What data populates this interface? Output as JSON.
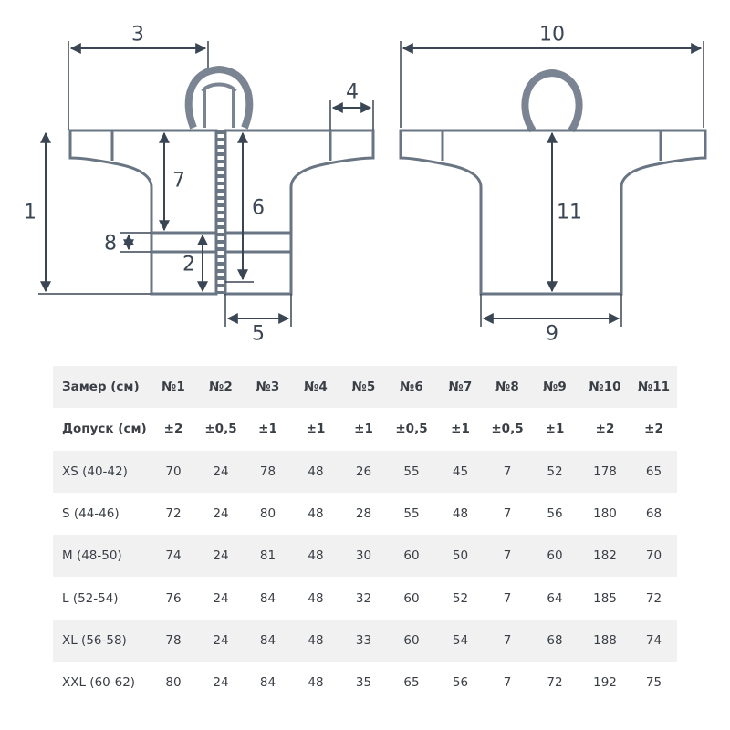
{
  "colors": {
    "garment": "#6a7584",
    "hood": "#7a8492",
    "arrow": "#3a4653",
    "label": "#3a4653",
    "row_shade": "#f1f1f2",
    "text": "#3a3f46"
  },
  "labels": {
    "m1": "1",
    "m2": "2",
    "m3": "3",
    "m4": "4",
    "m5": "5",
    "m6": "6",
    "m7": "7",
    "m8": "8",
    "m9": "9",
    "m10": "10",
    "m11": "11"
  },
  "table": {
    "header": [
      "Замер (см)",
      "№1",
      "№2",
      "№3",
      "№4",
      "№5",
      "№6",
      "№7",
      "№8",
      "№9",
      "№10",
      "№11"
    ],
    "tolerance": [
      "Допуск (см)",
      "±2",
      "±0,5",
      "±1",
      "±1",
      "±1",
      "±0,5",
      "±1",
      "±0,5",
      "±1",
      "±2",
      "±2"
    ],
    "rows": [
      [
        "XS (40-42)",
        "70",
        "24",
        "78",
        "48",
        "26",
        "55",
        "45",
        "7",
        "52",
        "178",
        "65"
      ],
      [
        "S (44-46)",
        "72",
        "24",
        "80",
        "48",
        "28",
        "55",
        "48",
        "7",
        "56",
        "180",
        "68"
      ],
      [
        "M (48-50)",
        "74",
        "24",
        "81",
        "48",
        "30",
        "60",
        "50",
        "7",
        "60",
        "182",
        "70"
      ],
      [
        "L (52-54)",
        "76",
        "24",
        "84",
        "48",
        "32",
        "60",
        "52",
        "7",
        "64",
        "185",
        "72"
      ],
      [
        "XL (56-58)",
        "78",
        "24",
        "84",
        "48",
        "33",
        "60",
        "54",
        "7",
        "68",
        "188",
        "74"
      ],
      [
        "XXL (60-62)",
        "80",
        "24",
        "84",
        "48",
        "35",
        "65",
        "56",
        "7",
        "72",
        "192",
        "75"
      ]
    ]
  }
}
